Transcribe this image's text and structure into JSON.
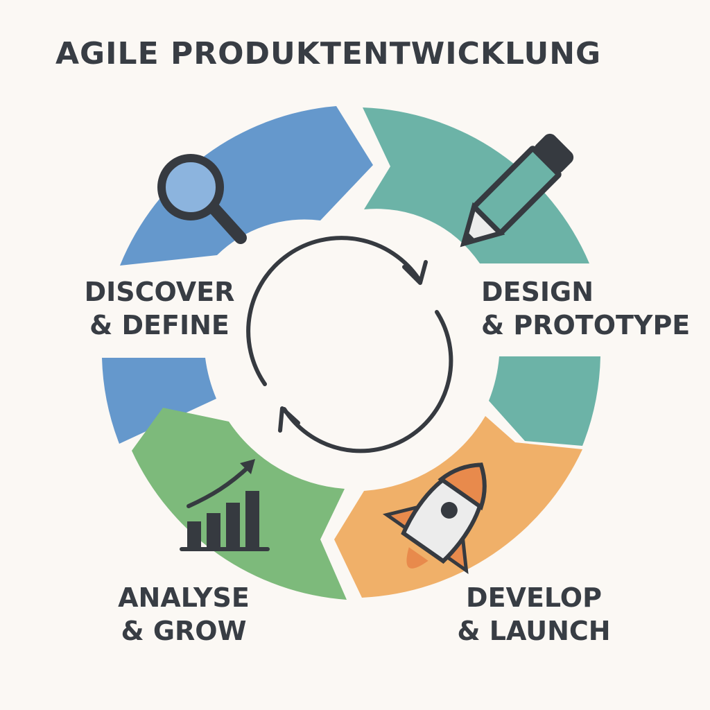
{
  "title": "AGILE PRODUKTENTWICKLUNG",
  "colors": {
    "background": "#fbf8f4",
    "text": "#383d44",
    "discover": "#6598cc",
    "design": "#6cb3a7",
    "develop": "#f0b069",
    "analyse": "#7dba7b",
    "icon_dark": "#363a40",
    "magnifier_lens": "#8cb4de",
    "rocket_body": "#ececec",
    "rocket_fin": "#e88a4c"
  },
  "stages": [
    {
      "id": "discover",
      "line1": "DISCOVER",
      "line2": "& DEFINE",
      "icon": "magnifier-icon"
    },
    {
      "id": "design",
      "line1": "DESIGN",
      "line2": "& PROTOTYPE",
      "icon": "pencil-icon"
    },
    {
      "id": "develop",
      "line1": "DEVELOP",
      "line2": "& LAUNCH",
      "icon": "rocket-icon"
    },
    {
      "id": "analyse",
      "line1": "ANALYSE",
      "line2": "& GROW",
      "icon": "growth-chart-icon"
    }
  ],
  "center_icon": "cycle-arrows-icon"
}
